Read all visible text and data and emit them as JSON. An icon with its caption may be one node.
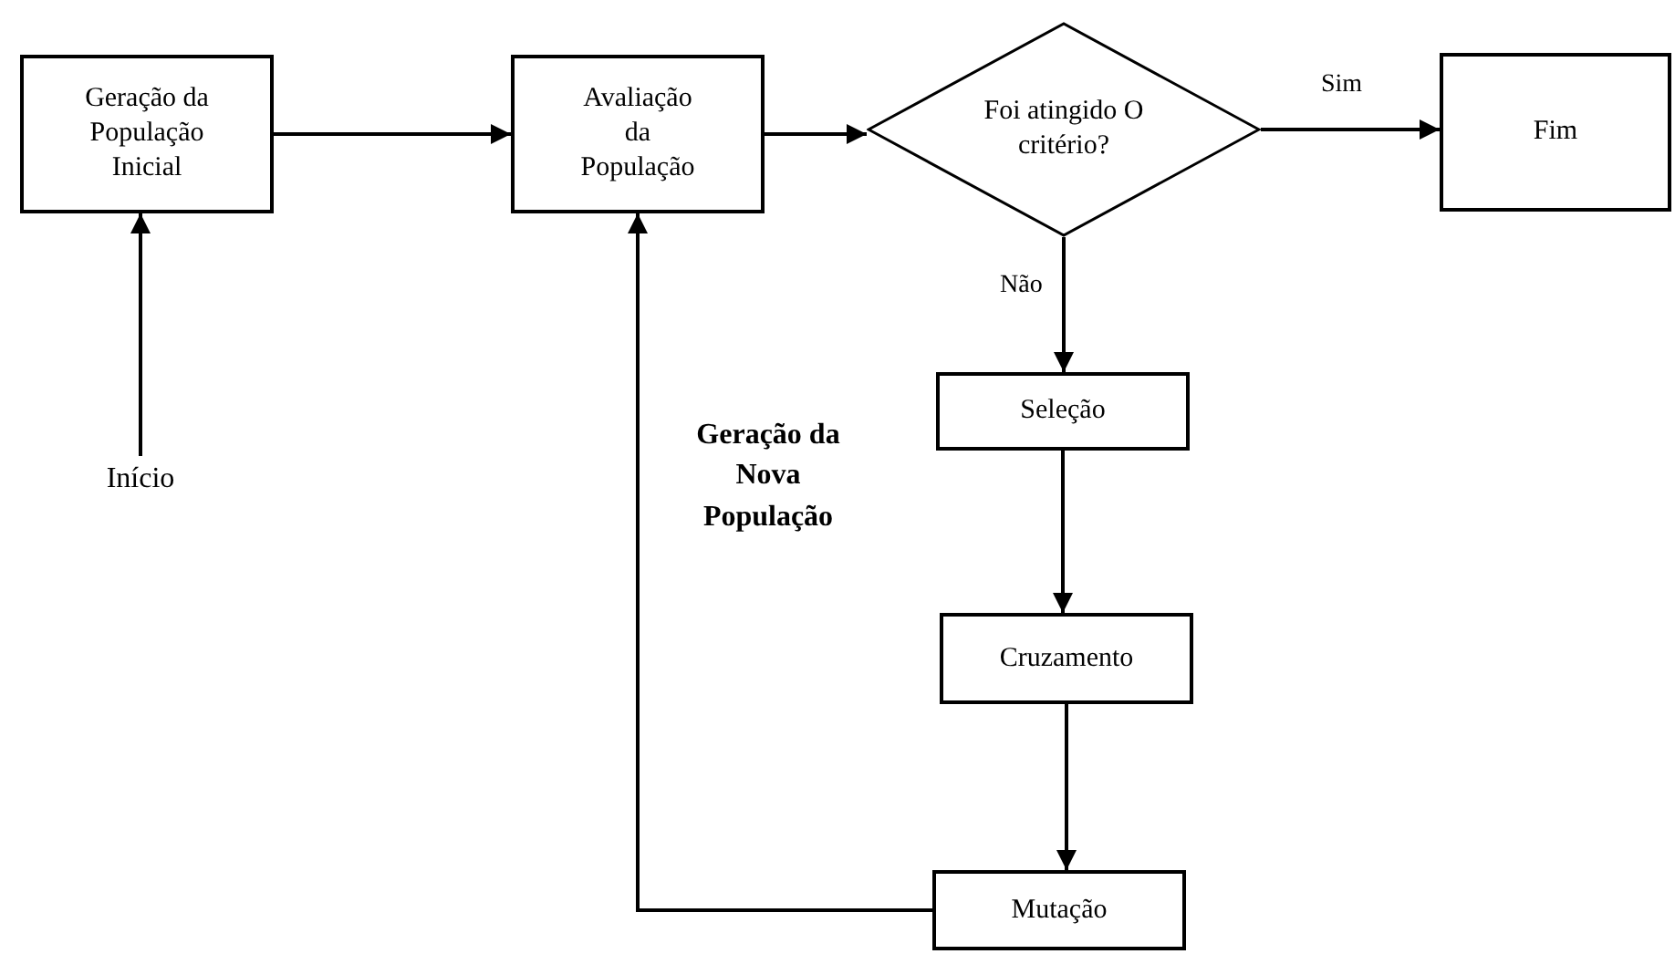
{
  "diagram": {
    "nodes": [
      {
        "text": [
          "Geração da População Inicial"
        ]
      },
      {
        "text": [
          "Avaliação da População"
        ]
      },
      {
        "text": [
          "Foi atingido O critério?"
        ]
      },
      {
        "text": [
          "Fim"
        ]
      },
      {
        "text": [
          "Início"
        ]
      },
      {
        "text": [
          "Seleção"
        ]
      },
      {
        "text": [
          "Cruzamento"
        ]
      },
      {
        "text": [
          "Mutação"
        ]
      }
    ],
    "edges": [
      {
        "from": 4,
        "to": 0,
        "arrow": "to"
      },
      {
        "from": 0,
        "to": 1,
        "arrow": "to"
      },
      {
        "from": 1,
        "to": 2,
        "arrow": "to"
      },
      {
        "from": 2,
        "to": 3,
        "arrow": "to",
        "label": "Sim"
      },
      {
        "from": 2,
        "to": 5,
        "arrow": "to",
        "label": "Não"
      },
      {
        "from": 5,
        "to": 6,
        "arrow": "to"
      },
      {
        "from": 6,
        "to": 7,
        "arrow": "to"
      },
      {
        "from": 7,
        "to": 1,
        "arrow": "to"
      }
    ],
    "labels": [
      "Geração da Nova População"
    ]
  }
}
